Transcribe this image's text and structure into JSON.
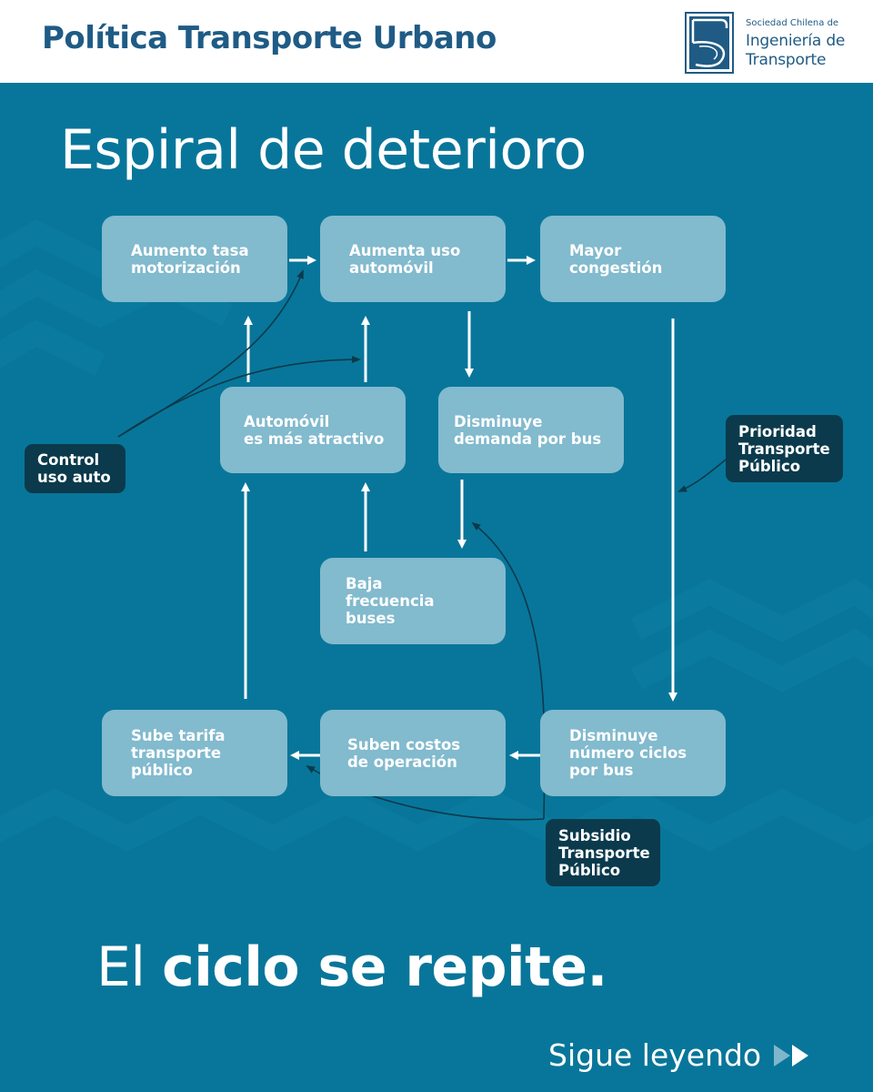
{
  "header": {
    "title": "Política Transporte Urbano",
    "logo": {
      "line_small": "Sociedad Chilena de",
      "line1": "Ingeniería de",
      "line2": "Transporte"
    }
  },
  "main_title": "Espiral de deterioro",
  "nodes": {
    "motorizacion": "Aumento tasa\nmotorización",
    "uso_auto": "Aumenta uso\nautomóvil",
    "congestion": "Mayor\ncongestión",
    "atractivo": "Automóvil\nes más atractivo",
    "demanda": "Disminuye\ndemanda por bus",
    "frecuencia": "Baja\nfrecuencia\nbuses",
    "tarifa": "Sube tarifa\ntransporte\npúblico",
    "costos": "Suben costos\nde operación",
    "ciclos": "Disminuye\nnúmero ciclos\npor bus"
  },
  "interventions": {
    "control": "Control\nuso auto",
    "prioridad": "Prioridad\nTransporte\nPúblico",
    "subsidio": "Subsidio\nTransporte\nPúblico"
  },
  "footer": {
    "prefix": "El ",
    "bold": "ciclo se repite."
  },
  "more": {
    "label": "Sigue leyendo",
    "icon": "double-play-icon"
  },
  "colors": {
    "background": "#08769a",
    "header_bg": "#ffffff",
    "header_text": "#1f5b85",
    "box": "#82bace",
    "intervention_box": "#0b3a4c",
    "arrow": "#ffffff",
    "intervention_line": "#0b3a4c"
  }
}
